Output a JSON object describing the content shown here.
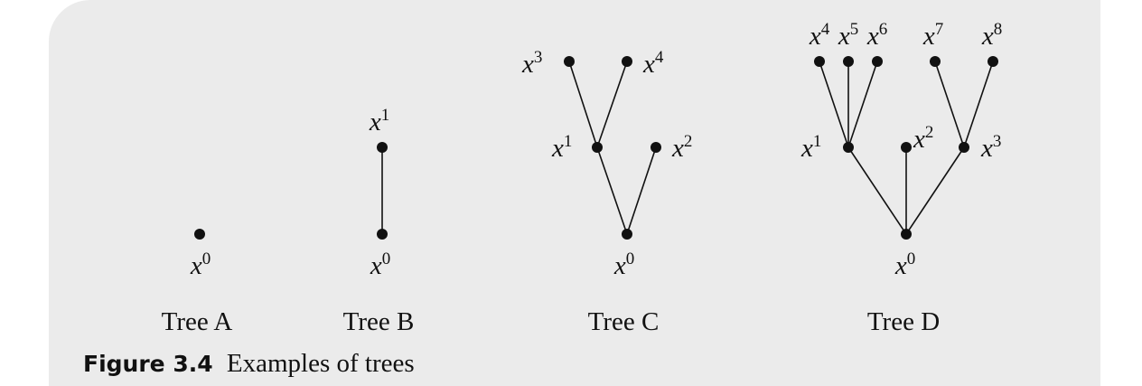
{
  "figure": {
    "number": "Figure 3.4",
    "caption": "Examples of trees"
  },
  "trees": [
    {
      "label": "Tree A",
      "nodes": [
        {
          "id": "x0",
          "base": "x",
          "sup": "0"
        }
      ],
      "edges": []
    },
    {
      "label": "Tree B",
      "nodes": [
        {
          "id": "x0",
          "base": "x",
          "sup": "0"
        },
        {
          "id": "x1",
          "base": "x",
          "sup": "1"
        }
      ],
      "edges": [
        [
          "x0",
          "x1"
        ]
      ]
    },
    {
      "label": "Tree C",
      "nodes": [
        {
          "id": "x0",
          "base": "x",
          "sup": "0"
        },
        {
          "id": "x1",
          "base": "x",
          "sup": "1"
        },
        {
          "id": "x2",
          "base": "x",
          "sup": "2"
        },
        {
          "id": "x3",
          "base": "x",
          "sup": "3"
        },
        {
          "id": "x4",
          "base": "x",
          "sup": "4"
        }
      ],
      "edges": [
        [
          "x0",
          "x1"
        ],
        [
          "x0",
          "x2"
        ],
        [
          "x1",
          "x3"
        ],
        [
          "x1",
          "x4"
        ]
      ]
    },
    {
      "label": "Tree D",
      "nodes": [
        {
          "id": "x0",
          "base": "x",
          "sup": "0"
        },
        {
          "id": "x1",
          "base": "x",
          "sup": "1"
        },
        {
          "id": "x2",
          "base": "x",
          "sup": "2"
        },
        {
          "id": "x3",
          "base": "x",
          "sup": "3"
        },
        {
          "id": "x4",
          "base": "x",
          "sup": "4"
        },
        {
          "id": "x5",
          "base": "x",
          "sup": "5"
        },
        {
          "id": "x6",
          "base": "x",
          "sup": "6"
        },
        {
          "id": "x7",
          "base": "x",
          "sup": "7"
        },
        {
          "id": "x8",
          "base": "x",
          "sup": "8"
        }
      ],
      "edges": [
        [
          "x0",
          "x1"
        ],
        [
          "x0",
          "x2"
        ],
        [
          "x0",
          "x3"
        ],
        [
          "x1",
          "x4"
        ],
        [
          "x1",
          "x5"
        ],
        [
          "x1",
          "x6"
        ],
        [
          "x3",
          "x7"
        ],
        [
          "x3",
          "x8"
        ]
      ]
    }
  ]
}
